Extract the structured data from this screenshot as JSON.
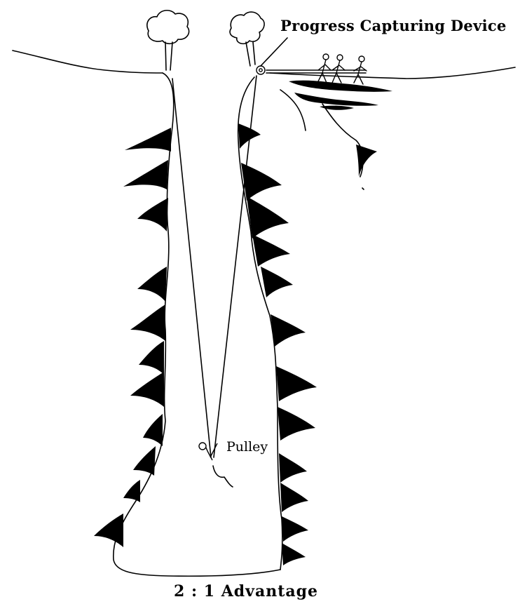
{
  "labels": {
    "progress_capturing_device": "Progress Capturing Device",
    "pulley": "Pulley",
    "caption": "2 : 1 Advantage"
  },
  "colors": {
    "ink": "#000000",
    "paper": "#ffffff"
  },
  "icons": [
    "tree-icon",
    "hauler-figure-icon",
    "pulley-icon",
    "progress-capture-pulley-icon",
    "rock-spike-icon"
  ]
}
